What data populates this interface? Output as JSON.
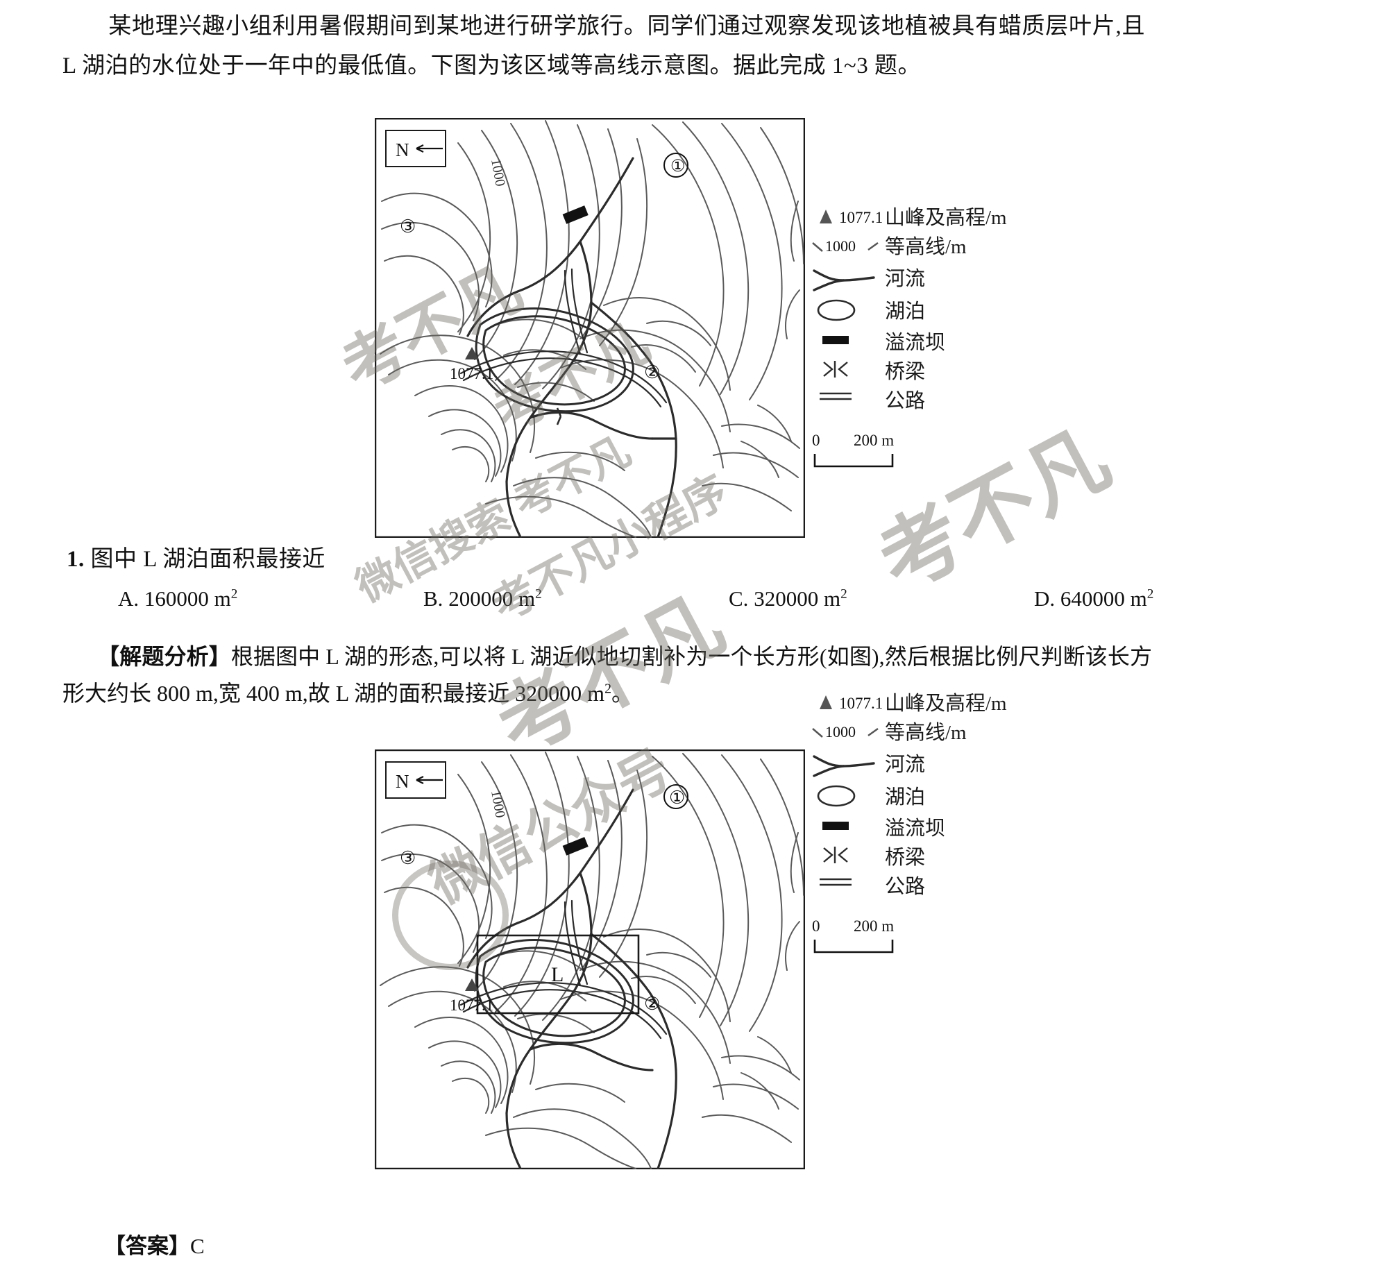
{
  "document": {
    "stem_indent": "",
    "stem_text": "某地理兴趣小组利用暑假期间到某地进行研学旅行。同学们通过观察发现该地植被具有蜡质层叶片,且 L 湖泊的水位处于一年中的最低值。下图为该区域等高线示意图。据此完成 1~3 题。",
    "question_number": "1.",
    "question_text": "图中 L 湖泊面积最接近",
    "options": [
      {
        "key": "A.",
        "value": "160000",
        "unit": "m",
        "exp": "2"
      },
      {
        "key": "B.",
        "value": "200000",
        "unit": "m",
        "exp": "2"
      },
      {
        "key": "C.",
        "value": "320000",
        "unit": "m",
        "exp": "2"
      },
      {
        "key": "D.",
        "value": "640000",
        "unit": "m",
        "exp": "2"
      }
    ],
    "analysis_tag": "【解题分析】",
    "analysis_text_1": "根据图中 L 湖的形态,可以将 L 湖近似地切割补为一个长方形(如图),然后根据比例尺判断该长方形",
    "analysis_text_2": "大约长 800 m,宽 400 m,故 L 湖的面积最接近 320000 m",
    "analysis_exp": "2",
    "analysis_text_3": "。",
    "answer_tag": "【答案】",
    "answer_value": "C"
  },
  "map": {
    "north_label": "N",
    "contour_inline_label": "1000",
    "markers": [
      "①",
      "②",
      "③"
    ],
    "peak_label": "1077.1",
    "lake_label": "L",
    "legend": [
      {
        "symbol": "peak-triangle",
        "number": "1077.1",
        "label": "山峰及高程/m"
      },
      {
        "symbol": "contour-line",
        "number": "1000",
        "label": "等高线/m"
      },
      {
        "symbol": "river-fork",
        "number": "",
        "label": "河流"
      },
      {
        "symbol": "lake-ellipse",
        "number": "",
        "label": "湖泊"
      },
      {
        "symbol": "overflow-dam-bar",
        "number": "",
        "label": "溢流坝"
      },
      {
        "symbol": "bridge-mark",
        "number": "",
        "label": "桥梁"
      },
      {
        "symbol": "road-double-line",
        "number": "",
        "label": "公路"
      }
    ],
    "scale": {
      "zero": "0",
      "length": "200 m"
    }
  },
  "watermarks": {
    "items": [
      "考不凡",
      "考不凡",
      "考不凡",
      "考不凡",
      "微信搜索 考不凡",
      "考不凡小程序",
      "微信公众号"
    ]
  },
  "colors": {
    "ink": "#111111",
    "contour": "#5a5a5a",
    "frame": "#1a1a1a",
    "watermark": "#6e6962"
  }
}
